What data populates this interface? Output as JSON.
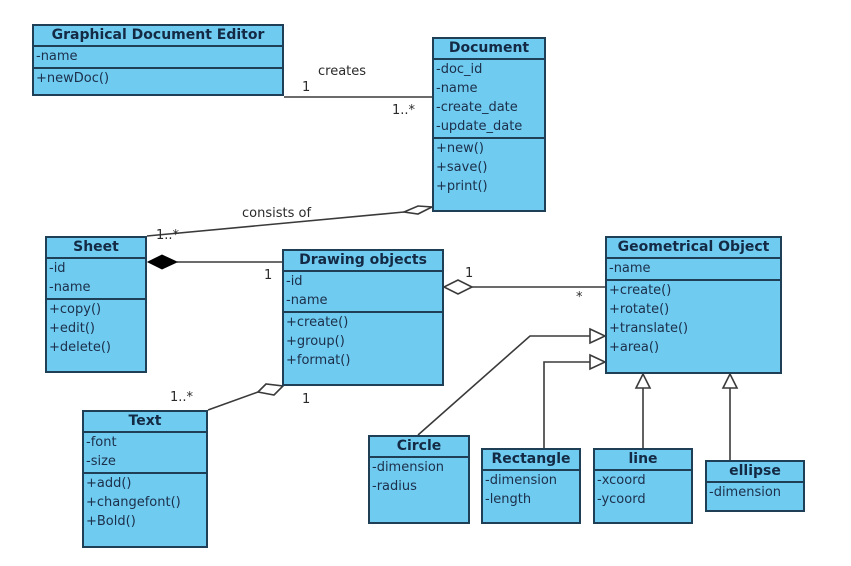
{
  "diagram": {
    "type": "UML class diagram",
    "classes": {
      "editor": {
        "name": "Graphical Document Editor",
        "attributes": [
          "-name"
        ],
        "operations": [
          "+newDoc()"
        ]
      },
      "document": {
        "name": "Document",
        "attributes": [
          "-doc_id",
          "-name",
          "-create_date",
          "-update_date"
        ],
        "operations": [
          "+new()",
          "+save()",
          "+print()"
        ]
      },
      "sheet": {
        "name": "Sheet",
        "attributes": [
          "-id",
          "-name"
        ],
        "operations": [
          "+copy()",
          "+edit()",
          "+delete()"
        ]
      },
      "drawing": {
        "name": "Drawing objects",
        "attributes": [
          "-id",
          "-name"
        ],
        "operations": [
          "+create()",
          "+group()",
          "+format()"
        ]
      },
      "geometric": {
        "name": "Geometrical Object",
        "attributes": [
          "-name"
        ],
        "operations": [
          "+create()",
          "+rotate()",
          "+translate()",
          "+area()"
        ]
      },
      "text": {
        "name": "Text",
        "attributes": [
          "-font",
          "-size"
        ],
        "operations": [
          "+add()",
          "+changefont()",
          "+Bold()"
        ]
      },
      "circle": {
        "name": "Circle",
        "attributes": [
          "-dimension",
          "-radius"
        ],
        "operations": []
      },
      "rectangle": {
        "name": "Rectangle",
        "attributes": [
          "-dimension",
          "-length"
        ],
        "operations": []
      },
      "line": {
        "name": "line",
        "attributes": [
          "-xcoord",
          "-ycoord"
        ],
        "operations": []
      },
      "ellipse": {
        "name": "ellipse",
        "attributes": [
          "-dimension"
        ],
        "operations": []
      }
    },
    "relationships": [
      {
        "id": "creates",
        "type": "association",
        "from": "Graphical Document Editor",
        "to": "Document",
        "label": "creates",
        "from_mult": "1",
        "to_mult": "1..*"
      },
      {
        "id": "consists",
        "type": "aggregation",
        "whole": "Document",
        "part": "Sheet",
        "label": "consists of",
        "part_mult": "1..*"
      },
      {
        "id": "sheet-drawing",
        "type": "composition",
        "whole": "Sheet",
        "part": "Drawing objects",
        "part_mult": "1"
      },
      {
        "id": "drawing-geometric",
        "type": "aggregation",
        "whole": "Drawing objects",
        "part": "Geometrical Object",
        "whole_mult": "1",
        "part_mult": "*"
      },
      {
        "id": "drawing-text",
        "type": "aggregation",
        "whole": "Drawing objects",
        "part": "Text",
        "whole_mult": "1",
        "part_mult": "1..*"
      },
      {
        "id": "circle-gen",
        "type": "generalization",
        "child": "Circle",
        "parent": "Geometrical Object"
      },
      {
        "id": "rectangle-gen",
        "type": "generalization",
        "child": "Rectangle",
        "parent": "Geometrical Object"
      },
      {
        "id": "line-gen",
        "type": "generalization",
        "child": "line",
        "parent": "Geometrical Object"
      },
      {
        "id": "ellipse-gen",
        "type": "generalization",
        "child": "ellipse",
        "parent": "Geometrical Object"
      }
    ],
    "labels": {
      "creates": "creates",
      "creates_from_mult": "1",
      "creates_to_mult": "1..*",
      "consists_of": "consists of",
      "consists_mult": "1..*",
      "sheet_drawing_mult": "1",
      "drawing_geo_whole_mult": "1",
      "drawing_geo_part_mult": "*",
      "text_mult": "1..*",
      "drawing_text_mult": "1"
    }
  }
}
